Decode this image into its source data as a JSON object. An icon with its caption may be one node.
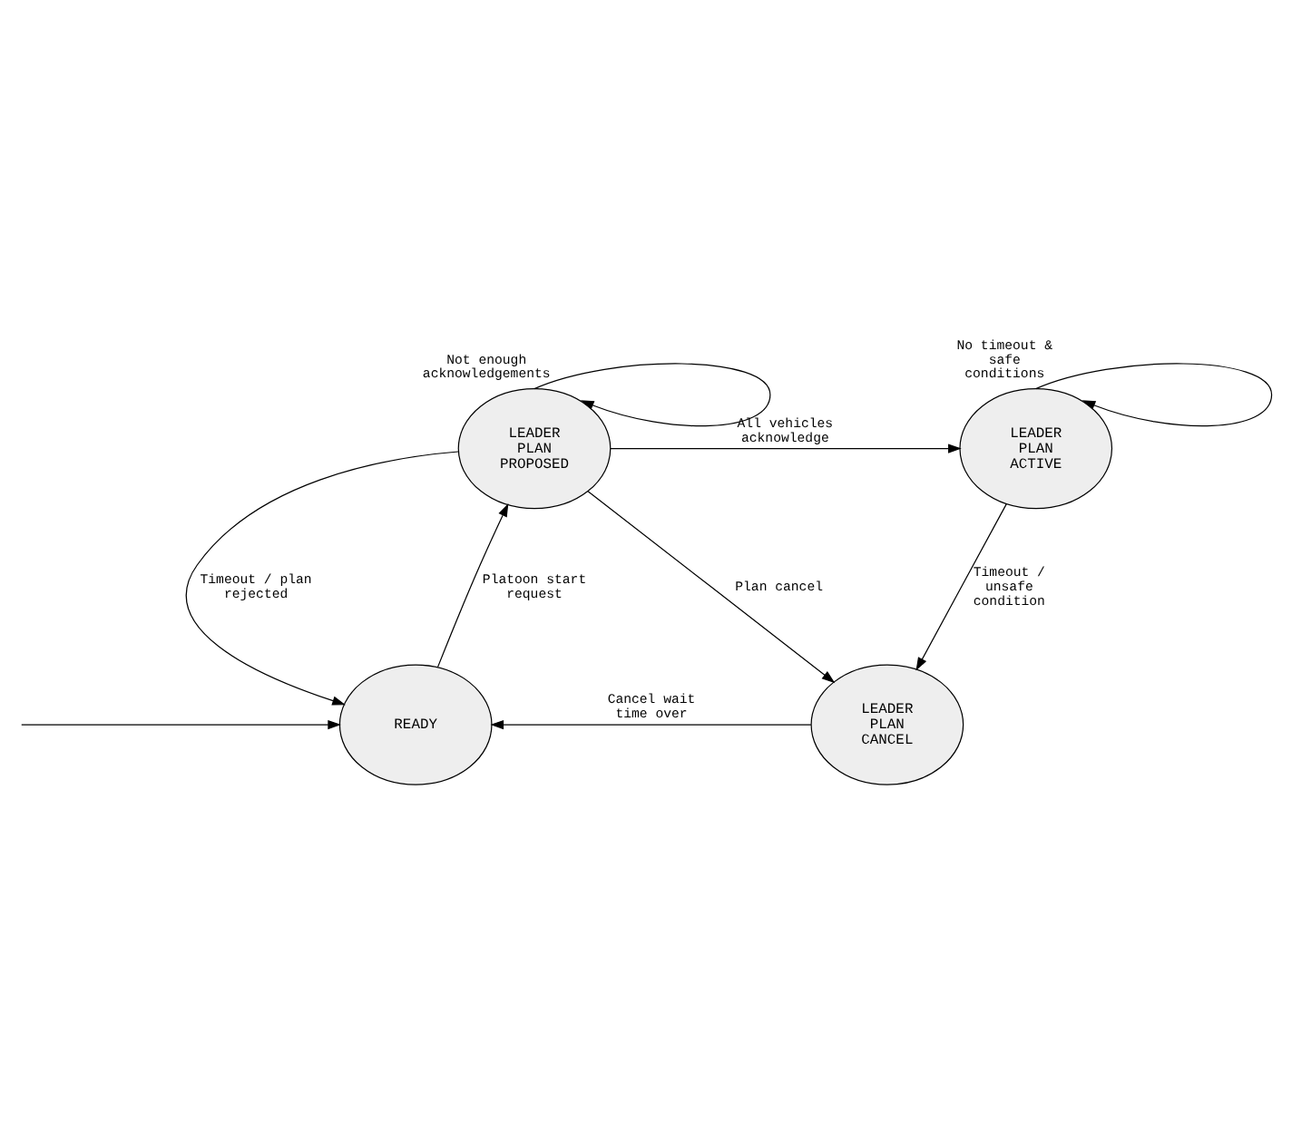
{
  "diagram": {
    "nodes": [
      {
        "text": [
          "LEADER PLAN PROPOSED"
        ]
      },
      {
        "text": [
          "LEADER PLAN ACTIVE"
        ]
      },
      {
        "text": [
          "READY"
        ]
      },
      {
        "text": [
          "LEADER PLAN CANCEL"
        ]
      }
    ],
    "edges": [
      {
        "from": 0,
        "to": 0,
        "arrow": "to",
        "label": "Not enough acknowledgements"
      },
      {
        "from": 1,
        "to": 1,
        "arrow": "to",
        "label": "No timeout & safe conditions"
      },
      {
        "from": 0,
        "to": 1,
        "arrow": "to",
        "label": "All vehicles acknowledge"
      },
      {
        "from": 0,
        "to": 3,
        "arrow": "to",
        "label": "Plan cancel"
      },
      {
        "from": 0,
        "to": 2,
        "arrow": "to",
        "label": "Timeout / plan rejected"
      },
      {
        "from": 2,
        "to": 0,
        "arrow": "to",
        "label": "Platoon start request"
      },
      {
        "from": 1,
        "to": 3,
        "arrow": "to",
        "label": "Timeout / unsafe condition"
      },
      {
        "from": 3,
        "to": 2,
        "arrow": "to",
        "label": "Cancel wait time over"
      },
      {
        "from": null,
        "to": 2,
        "arrow": "to"
      }
    ]
  }
}
